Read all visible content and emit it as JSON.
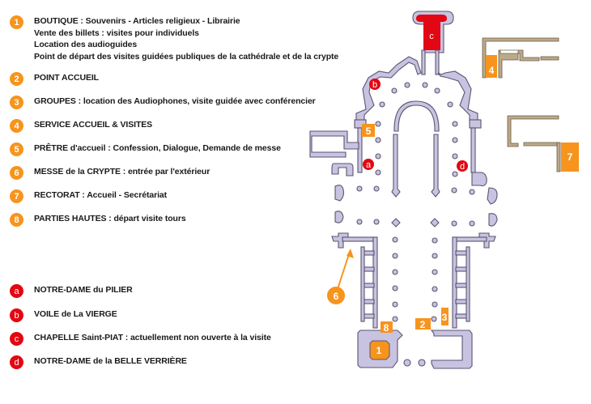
{
  "legend_numbered": [
    {
      "num": "1",
      "lines": [
        "BOUTIQUE : Souvenirs - Articles religieux - Librairie",
        "Vente des billets : visites pour individuels",
        "Location des audioguides",
        "Point de départ des visites guidées publiques de la cathédrale et de la crypte"
      ]
    },
    {
      "num": "2",
      "lines": [
        "POINT ACCUEIL"
      ]
    },
    {
      "num": "3",
      "lines": [
        "GROUPES : location des Audiophones, visite guidée avec conférencier"
      ]
    },
    {
      "num": "4",
      "lines": [
        "SERVICE ACCUEIL & VISITES"
      ]
    },
    {
      "num": "5",
      "lines": [
        "PRÊTRE d'accueil : Confession, Dialogue, Demande de messe"
      ]
    },
    {
      "num": "6",
      "lines": [
        "MESSE de la CRYPTE : entrée par l'extérieur"
      ]
    },
    {
      "num": "7",
      "lines": [
        "RECTORAT : Accueil - Secrétariat"
      ]
    },
    {
      "num": "8",
      "lines": [
        "PARTIES HAUTES : départ visite tours"
      ]
    }
  ],
  "legend_lettered": [
    {
      "letter": "a",
      "label": "NOTRE-DAME du PILIER"
    },
    {
      "letter": "b",
      "label": "VOILE de La VIERGE"
    },
    {
      "letter": "c",
      "label": "CHAPELLE Saint-PIAT : actuellement non ouverte à la visite"
    },
    {
      "letter": "d",
      "label": "NOTRE-DAME de la BELLE VERRIÈRE"
    }
  ],
  "colors": {
    "orange": "#f7941d",
    "red": "#e30613",
    "plan": "#c8c3e0"
  }
}
